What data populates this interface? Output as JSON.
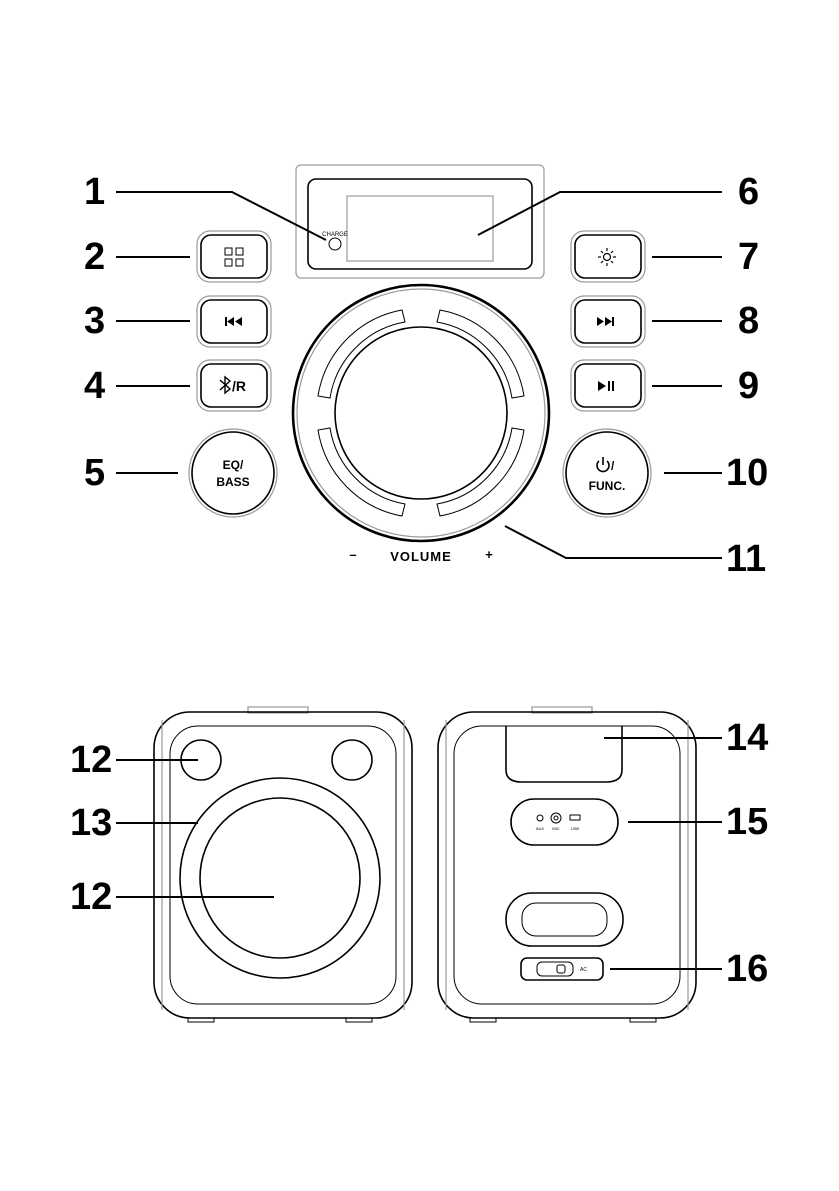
{
  "top_panel": {
    "charge_label": "CHARGE",
    "eq_button": {
      "line1": "EQ/",
      "line2": "BASS"
    },
    "bt_button_suffix": "/R",
    "power_button_suffix": "/",
    "power_button_line2": "FUNC.",
    "volume": {
      "minus": "–",
      "label": "VOLUME",
      "plus": "+"
    }
  },
  "callouts": {
    "c1": "1",
    "c2": "2",
    "c3": "3",
    "c4": "4",
    "c5": "5",
    "c6": "6",
    "c7": "7",
    "c8": "8",
    "c9": "9",
    "c10": "10",
    "c11": "11",
    "c12a": "12",
    "c13": "13",
    "c12b": "12",
    "c14": "14",
    "c15": "15",
    "c16": "16"
  },
  "rear_panel": {
    "port_aux": "AUX",
    "port_mic": "MIC",
    "port_usb": "USB",
    "ac_label": "AC"
  },
  "icons": [
    "grid-icon",
    "previous-track-icon",
    "bluetooth-icon",
    "light-icon",
    "next-track-icon",
    "play-pause-icon",
    "power-icon"
  ]
}
